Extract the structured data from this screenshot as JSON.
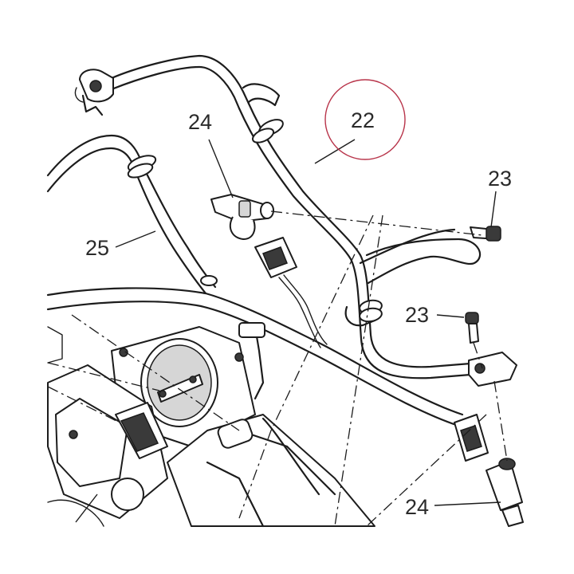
{
  "callouts": {
    "c22": "22",
    "c23a": "23",
    "c23b": "23",
    "c24a": "24",
    "c24b": "24",
    "c25": "25"
  },
  "highlight": {
    "target": "22",
    "color": "#b8344a"
  }
}
